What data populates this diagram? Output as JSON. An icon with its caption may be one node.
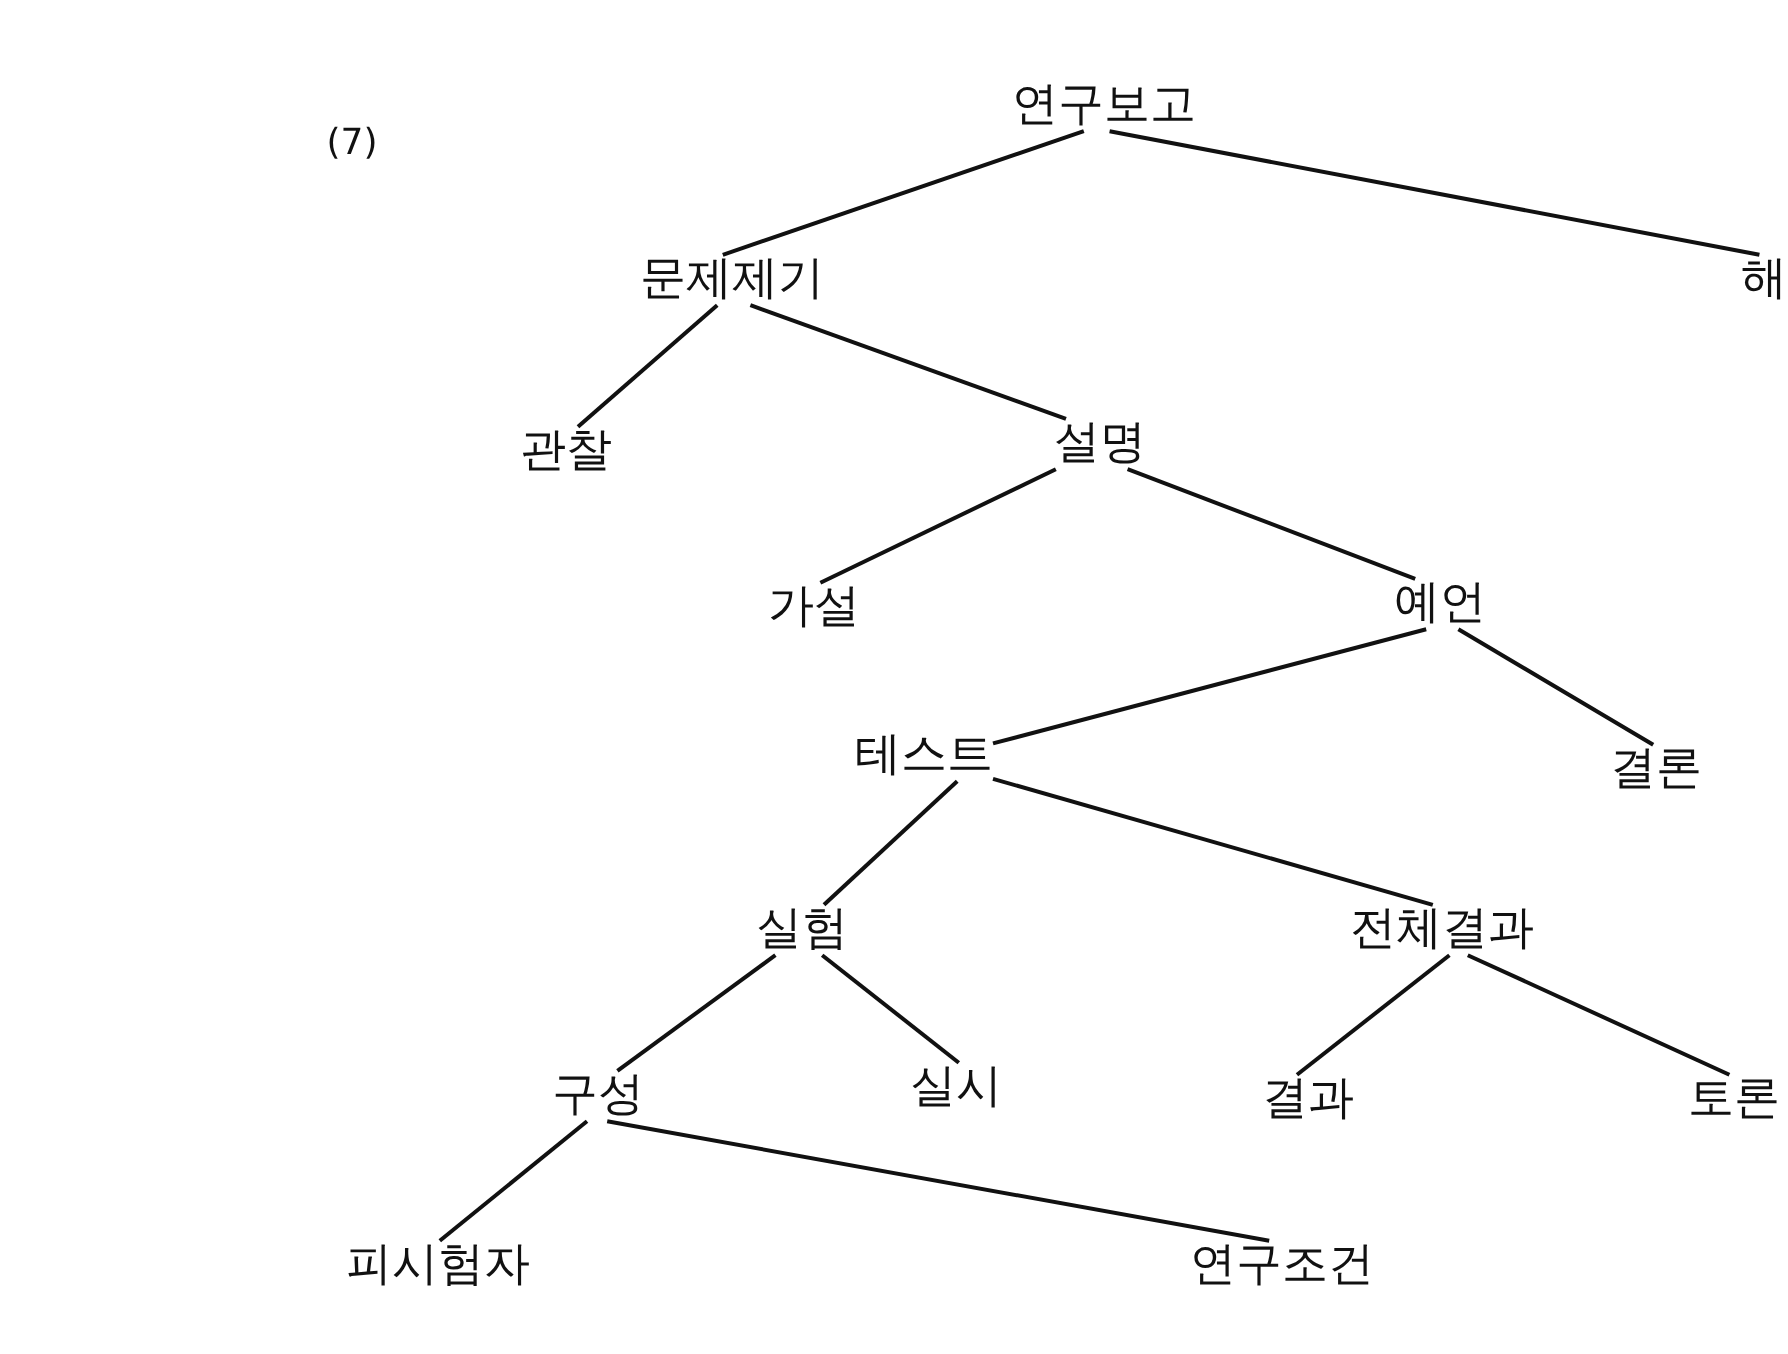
{
  "diagram": {
    "nodes": [
      {
        "text": [
          "연구보고"
        ]
      },
      {
        "text": [
          "문제제기"
        ]
      },
      {
        "text": [
          "해"
        ]
      },
      {
        "text": [
          "관찰"
        ]
      },
      {
        "text": [
          "설명"
        ]
      },
      {
        "text": [
          "가설"
        ]
      },
      {
        "text": [
          "예언"
        ]
      },
      {
        "text": [
          "테스트"
        ]
      },
      {
        "text": [
          "결론"
        ]
      },
      {
        "text": [
          "실험"
        ]
      },
      {
        "text": [
          "전체결과"
        ]
      },
      {
        "text": [
          "구성"
        ]
      },
      {
        "text": [
          "실시"
        ]
      },
      {
        "text": [
          "결과"
        ]
      },
      {
        "text": [
          "토론"
        ]
      },
      {
        "text": [
          "피시험자"
        ]
      },
      {
        "text": [
          "연구조건"
        ]
      }
    ],
    "edges": [
      {
        "from": 0,
        "to": 1,
        "arrow": "none"
      },
      {
        "from": 0,
        "to": 2,
        "arrow": "none"
      },
      {
        "from": 1,
        "to": 3,
        "arrow": "none"
      },
      {
        "from": 1,
        "to": 4,
        "arrow": "none"
      },
      {
        "from": 4,
        "to": 5,
        "arrow": "none"
      },
      {
        "from": 4,
        "to": 6,
        "arrow": "none"
      },
      {
        "from": 6,
        "to": 7,
        "arrow": "none"
      },
      {
        "from": 6,
        "to": 8,
        "arrow": "none"
      },
      {
        "from": 7,
        "to": 9,
        "arrow": "none"
      },
      {
        "from": 7,
        "to": 10,
        "arrow": "none"
      },
      {
        "from": 9,
        "to": 11,
        "arrow": "none"
      },
      {
        "from": 9,
        "to": 12,
        "arrow": "none"
      },
      {
        "from": 10,
        "to": 13,
        "arrow": "none"
      },
      {
        "from": 10,
        "to": 14,
        "arrow": "none"
      },
      {
        "from": 11,
        "to": 15,
        "arrow": "none"
      },
      {
        "from": 11,
        "to": 16,
        "arrow": "none"
      }
    ],
    "labels": [
      "(7)"
    ]
  }
}
